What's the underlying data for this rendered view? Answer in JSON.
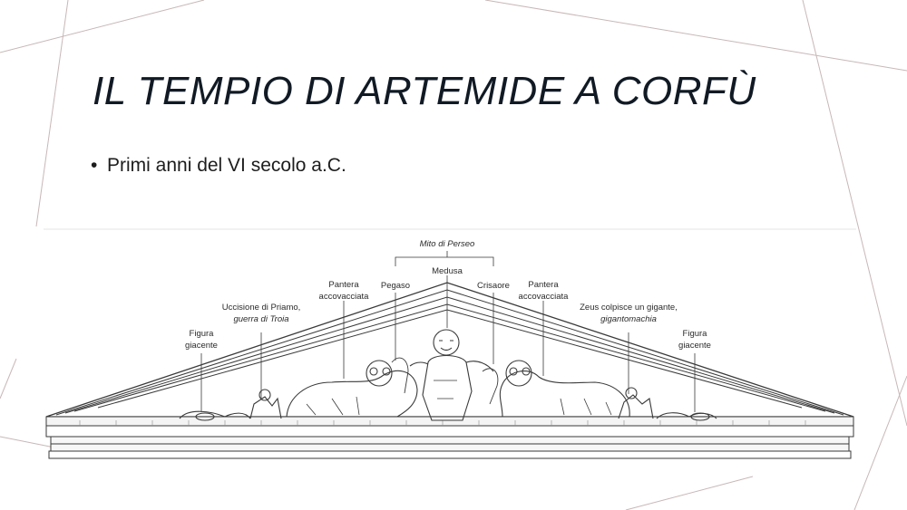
{
  "slide": {
    "title": "IL TEMPIO DI ARTEMIDE A CORFÙ",
    "bullets": [
      "Primi anni del VI secolo a.C."
    ]
  },
  "figure": {
    "group_label": "Mito di Perseo",
    "labels": {
      "figura_left_1": "Figura",
      "figura_left_2": "giacente",
      "priamo_1": "Uccisione di Priamo,",
      "priamo_2": "guerra di Troia",
      "pantera_left_1": "Pantera",
      "pantera_left_2": "accovacciata",
      "pegaso": "Pegaso",
      "medusa": "Medusa",
      "crisaore": "Crisaore",
      "pantera_right_1": "Pantera",
      "pantera_right_2": "accovacciata",
      "zeus_1": "Zeus colpisce un gigante,",
      "zeus_2": "gigantomachia",
      "figura_right_1": "Figura",
      "figura_right_2": "giacente"
    }
  },
  "colors": {
    "title": "#111a24",
    "deco_lines": "#c9b7b7",
    "drawing": "#3a3a3a"
  }
}
